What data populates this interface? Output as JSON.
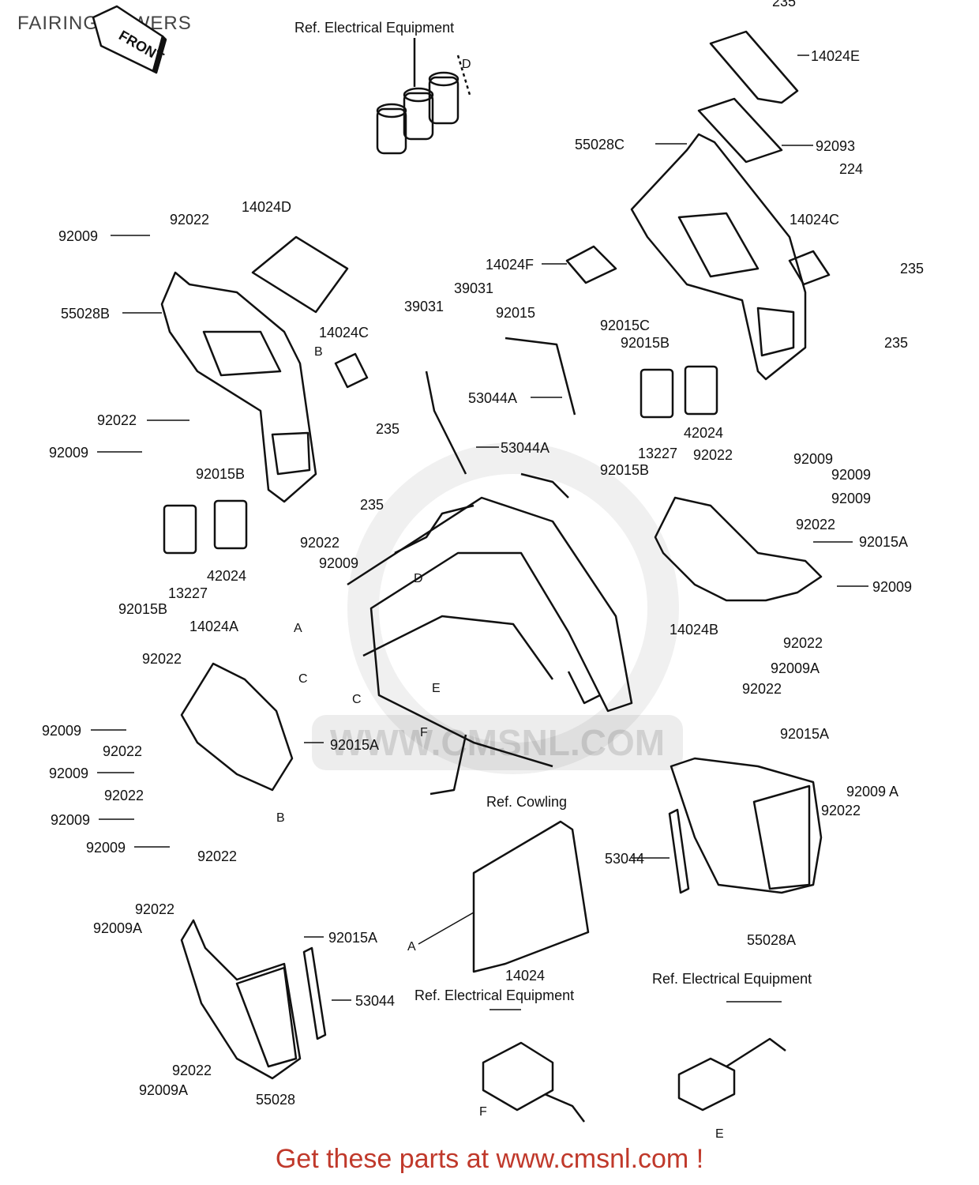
{
  "page": {
    "title": "FAIRING LOWERS"
  },
  "front_badge": "FRONT",
  "watermark": {
    "text": "WWW.CMSNL.COM"
  },
  "footer": {
    "text": "Get these parts at www.cmsnl.com !"
  },
  "refs": {
    "elec_top": "Ref. Electrical Equipment",
    "elec_bottom_mid": "Ref. Electrical Equipment",
    "elec_bottom_right": "Ref. Electrical Equipment",
    "cowling": "Ref. Cowling"
  },
  "callouts": {
    "A": "A",
    "B": "B",
    "C": "C",
    "D": "D",
    "E": "E",
    "F": "F"
  },
  "labels": {
    "p235_top": "235",
    "p14024E": "14024E",
    "p92093": "92093",
    "p55028C": "55028C",
    "p224": "224",
    "p14024C_r": "14024C",
    "p235_r1": "235",
    "p14024F": "14024F",
    "p39031_b": "39031",
    "p39031_a": "39031",
    "p92015": "92015",
    "p92015C": "92015C",
    "p92015B_r": "92015B",
    "p235_r2": "235",
    "p53044A_1": "53044A",
    "p53044A_2": "53044A",
    "p42024_r": "42024",
    "p13227_r": "13227",
    "p92015B_r2": "92015B",
    "p92022_r1": "92022",
    "p92009_r1": "92009",
    "p92009_r2": "92009",
    "p92009_r3": "92009",
    "p92022_r2": "92022",
    "p92015A_r": "92015A",
    "p92009_r4": "92009",
    "p14024B": "14024B",
    "p92022_r3": "92022",
    "p92009A_r1": "92009A",
    "p92022_r4": "92022",
    "p92015A_r2": "92015A",
    "p92009A_r2": "92009 A",
    "p92022_r5": "92022",
    "p53044_r": "53044",
    "p55028A": "55028A",
    "p92009_l1": "92009",
    "p92022_l1": "92022",
    "p14024D": "14024D",
    "p55028B": "55028B",
    "p14024C_l": "14024C",
    "p235_l1": "235",
    "p92022_l2": "92022",
    "p92009_l2": "92009",
    "p92015B_l": "92015B",
    "p235_l2": "235",
    "p92022_l3": "92022",
    "p92009_l3": "92009",
    "p42024_l": "42024",
    "p13227_l": "13227",
    "p92015B_l2": "92015B",
    "p14024A": "14024A",
    "p92022_l4": "92022",
    "p92009_l4": "92009",
    "p92022_l5": "92022",
    "p92009_l5": "92009",
    "p92022_l6": "92022",
    "p92009_l6": "92009",
    "p92009_l7": "92009",
    "p92022_l7": "92022",
    "p92015A_l": "92015A",
    "p14024": "14024",
    "p92022_b": "92022",
    "p92009A_b1": "92009A",
    "p92015A_b": "92015A",
    "p53044_b": "53044",
    "p92022_b2": "92022",
    "p92009A_b2": "92009A",
    "p55028": "55028"
  },
  "colors": {
    "footer": "#c0392b",
    "line": "#111111"
  }
}
